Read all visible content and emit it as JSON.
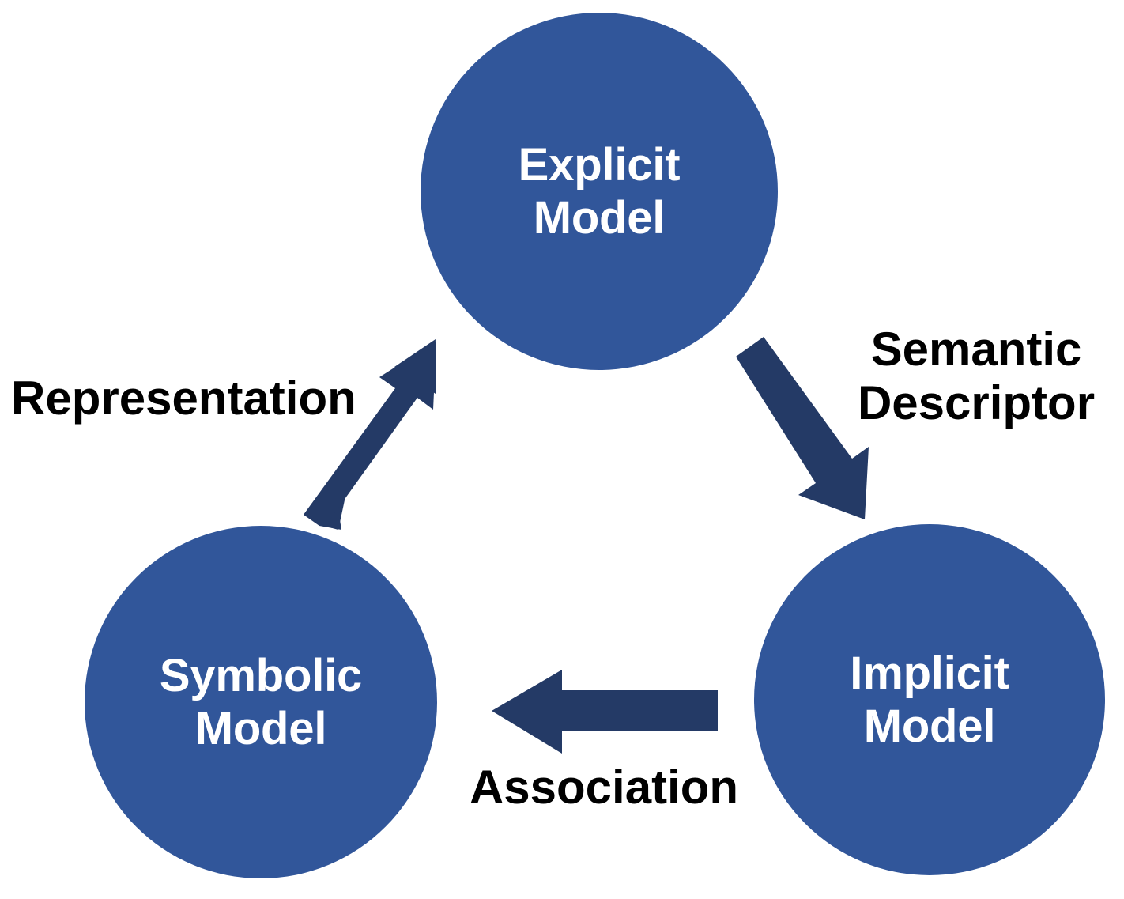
{
  "diagram": {
    "title": "Model relationship cycle",
    "background_color": "#FFFFFF",
    "node_fill_color": "#31569A",
    "node_text_color": "#FFFFFF",
    "arrow_color": "#243A66",
    "label_text_color": "#000000",
    "nodes": [
      {
        "id": "explicit-model",
        "label": "Explicit\nModel",
        "position": "top-center"
      },
      {
        "id": "symbolic-model",
        "label": "Symbolic\nModel",
        "position": "bottom-left"
      },
      {
        "id": "implicit-model",
        "label": "Implicit\nModel",
        "position": "bottom-right"
      }
    ],
    "edges": [
      {
        "id": "representation",
        "label": "Representation",
        "from": "symbolic-model",
        "to": "explicit-model",
        "direction": "up-right"
      },
      {
        "id": "semantic-descriptor",
        "label": "Semantic\nDescriptor",
        "from": "explicit-model",
        "to": "implicit-model",
        "direction": "down-right"
      },
      {
        "id": "association",
        "label": "Association",
        "from": "implicit-model",
        "to": "symbolic-model",
        "direction": "left"
      }
    ]
  }
}
